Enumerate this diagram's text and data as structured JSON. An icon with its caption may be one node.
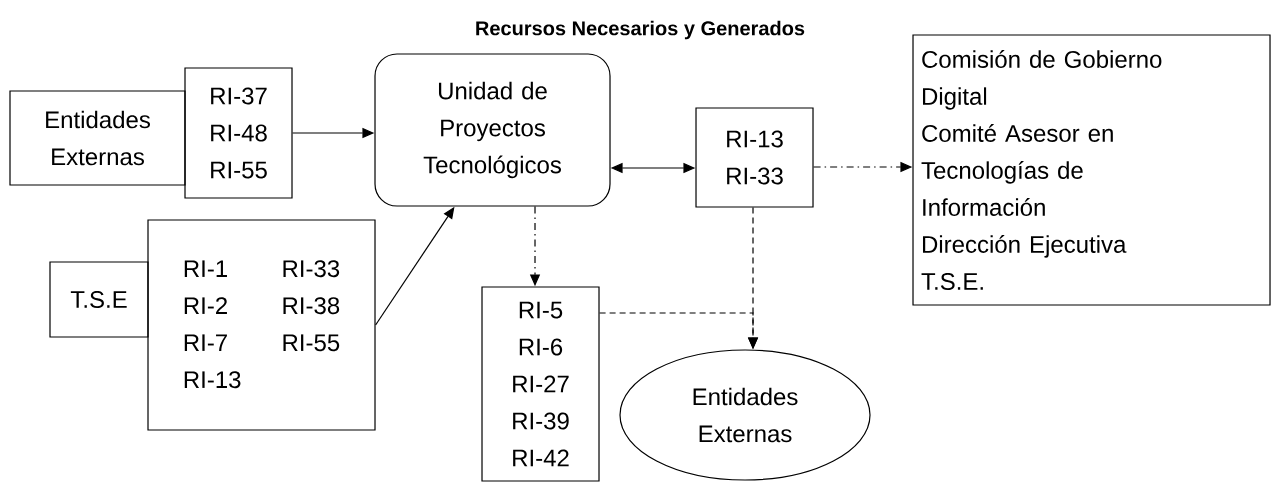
{
  "diagram": {
    "title": "Recursos Necesarios y Generados",
    "nodes": [
      {
        "text": [
          "Entidades Externas"
        ]
      },
      {
        "text": [
          "RI-37",
          "RI-48",
          "RI-55"
        ]
      },
      {
        "text": [
          "Unidad de Proyectos Tecnológicos"
        ]
      },
      {
        "text": [
          "T.S.E"
        ]
      },
      {
        "text": [
          "RI-1",
          "RI-2",
          "RI-7",
          "RI-13",
          "RI-33",
          "RI-38",
          "RI-55"
        ]
      },
      {
        "text": [
          "RI-13",
          "RI-33"
        ]
      },
      {
        "text": [
          "Comisión de Gobierno Digital",
          "Comité Asesor en Tecnologías de Información",
          "Dirección Ejecutiva",
          "T.S.E."
        ]
      },
      {
        "text": [
          "RI-5",
          "RI-6",
          "RI-27",
          "RI-39",
          "RI-42"
        ]
      },
      {
        "text": [
          "Entidades Externas"
        ]
      }
    ],
    "edges": [
      {
        "from": 1,
        "to": 2,
        "arrow": "to"
      },
      {
        "from": 4,
        "to": 2,
        "arrow": "to"
      },
      {
        "from": 2,
        "to": 5,
        "arrow": "both"
      },
      {
        "from": 5,
        "to": 6,
        "arrow": "to",
        "style": "dashed"
      },
      {
        "from": 2,
        "to": 7,
        "arrow": "to",
        "style": "dashed"
      },
      {
        "from": 5,
        "to": 8,
        "arrow": "to",
        "style": "dashed"
      },
      {
        "from": 7,
        "to": 8,
        "arrow": "to",
        "style": "dashed"
      }
    ]
  }
}
